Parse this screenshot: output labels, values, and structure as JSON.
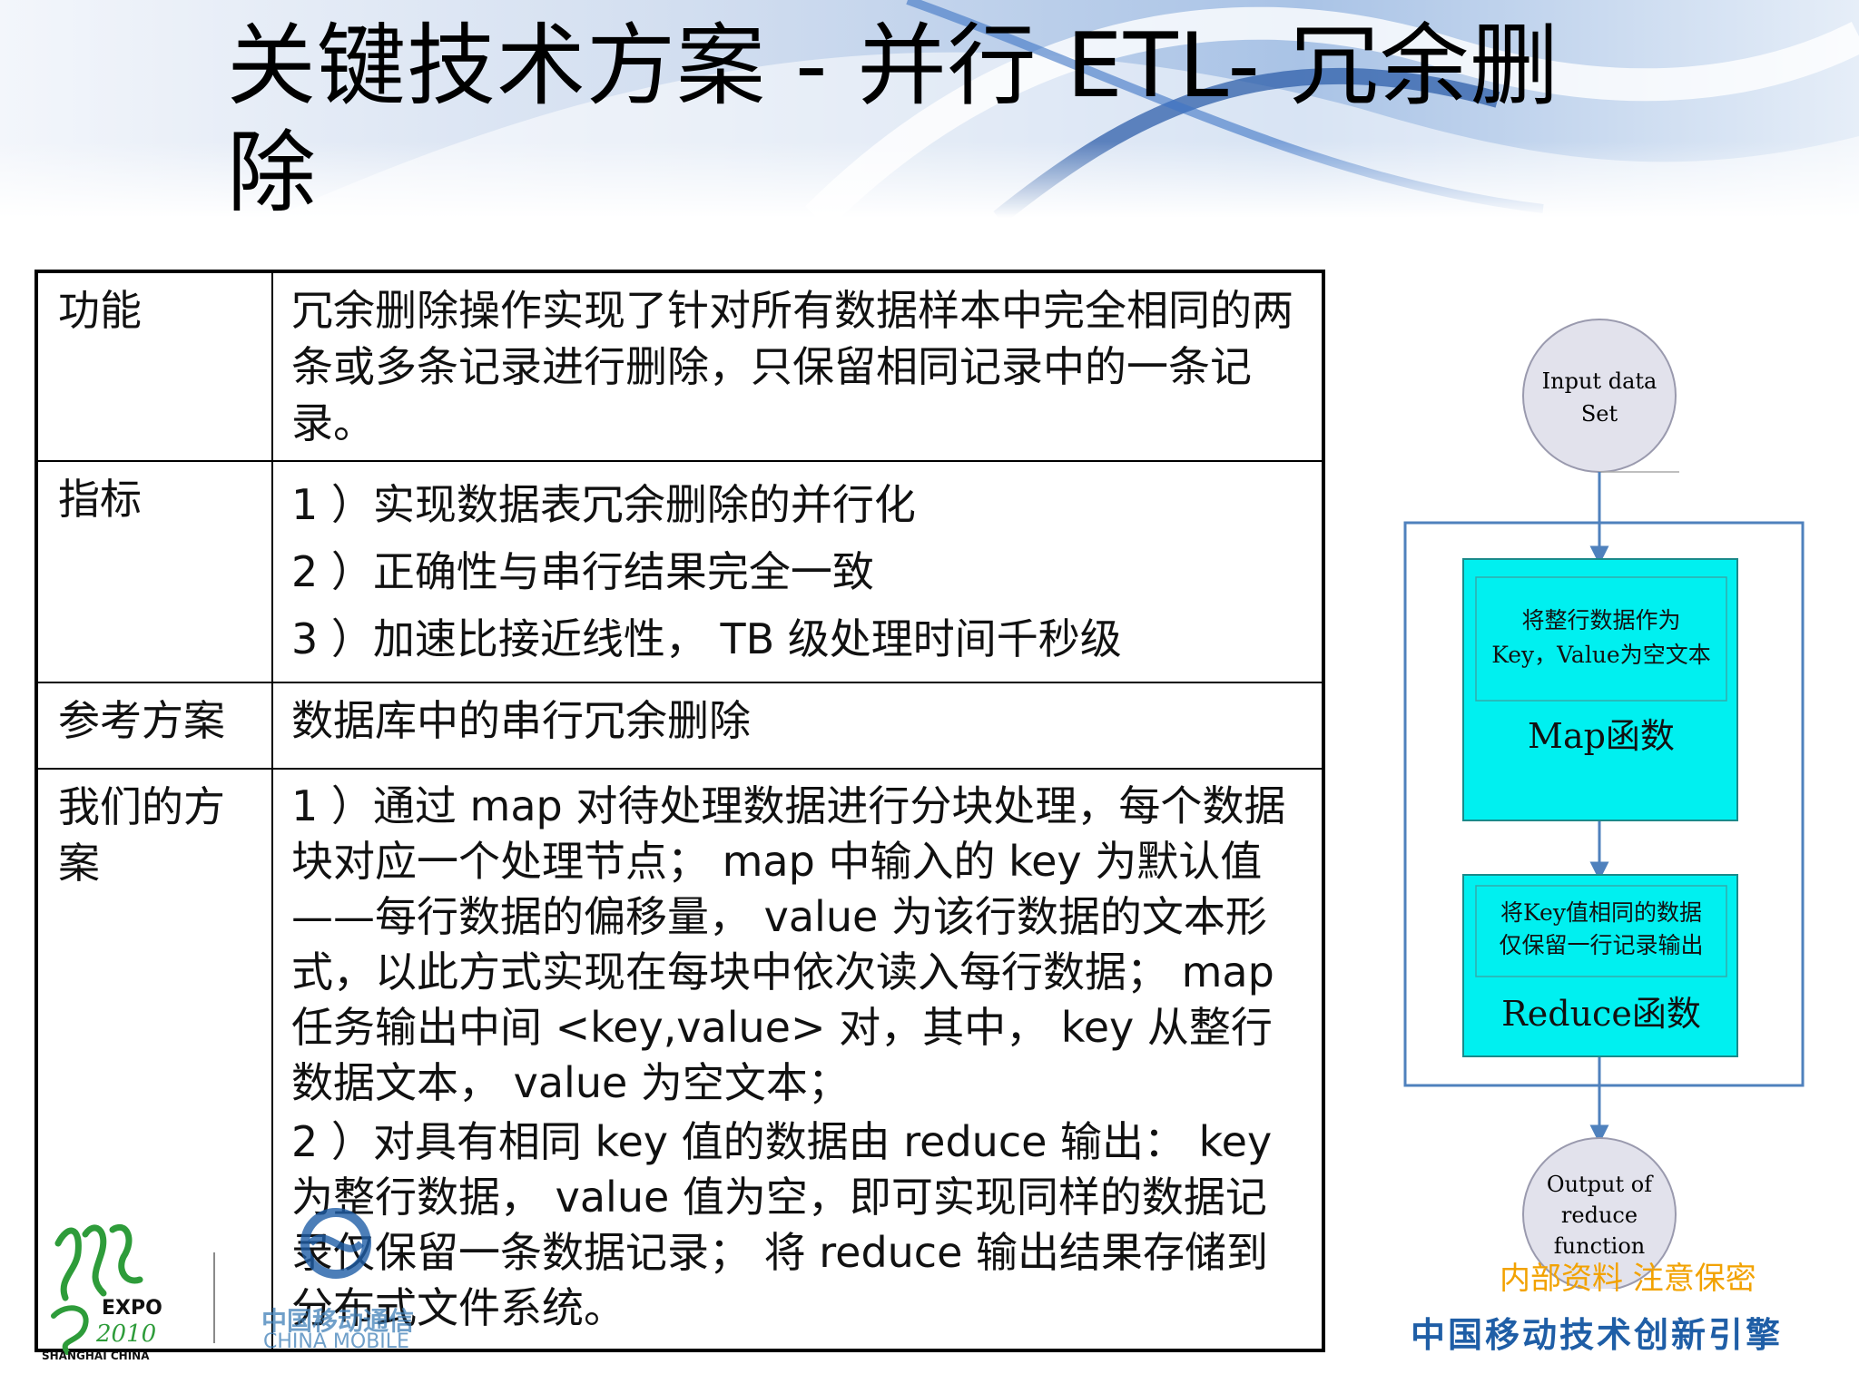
{
  "title": "关键技术方案 - 并行 ETL- 冗余删除",
  "table": {
    "rows": [
      {
        "label": "功能",
        "content": "冗余删除操作实现了针对所有数据样本中完全相同的两条或多条记录进行删除，只保留相同记录中的一条记录。"
      },
      {
        "label": "指标",
        "items": [
          "1 ）实现数据表冗余删除的并行化",
          "2 ）正确性与串行结果完全一致",
          "3 ）加速比接近线性， TB 级处理时间千秒级"
        ]
      },
      {
        "label": "参考方案",
        "content": "数据库中的串行冗余删除"
      },
      {
        "label": "我们的方案",
        "paragraphs": [
          "1 ）通过 map 对待处理数据进行分块处理，每个数据块对应一个处理节点； map 中输入的 key 为默认值——每行数据的偏移量， value 为该行数据的文本形式，以此方式实现在每块中依次读入每行数据； map 任务输出中间 <key,value> 对，其中， key 从整行数据文本， value 为空文本；",
          "2 ）对具有相同 key 值的数据由 reduce 输出： key 为整行数据， value 值为空，即可实现同样的数据记录仅保留一条数据记录； 将 reduce 输出结果存储到分布式文件系统。"
        ]
      }
    ]
  },
  "flow": {
    "input_line1": "Input data",
    "input_line2": "Set",
    "map_desc_line1": "将整行数据作为",
    "map_desc_line2": "Key，Value为空文本",
    "map_label": "Map函数",
    "reduce_desc_line1": "将Key值相同的数据",
    "reduce_desc_line2": "仅保留一行记录输出",
    "reduce_label": "Reduce函数",
    "output_line1": "Output of",
    "output_line2": "reduce",
    "output_line3": "function",
    "colors": {
      "box_fill": "#00f0f0",
      "line": "#4f81bd",
      "circle_fill": "#e2e2ec"
    }
  },
  "footer": {
    "expo": "EXPO",
    "expo_year": "2010",
    "expo_city": "SHANGHAI CHINA",
    "cm_cn": "中国移动通信",
    "cm_en": "CHINA MOBILE",
    "confidential": "内部资料  注意保密",
    "engine": "中国移动技术创新引擎"
  }
}
